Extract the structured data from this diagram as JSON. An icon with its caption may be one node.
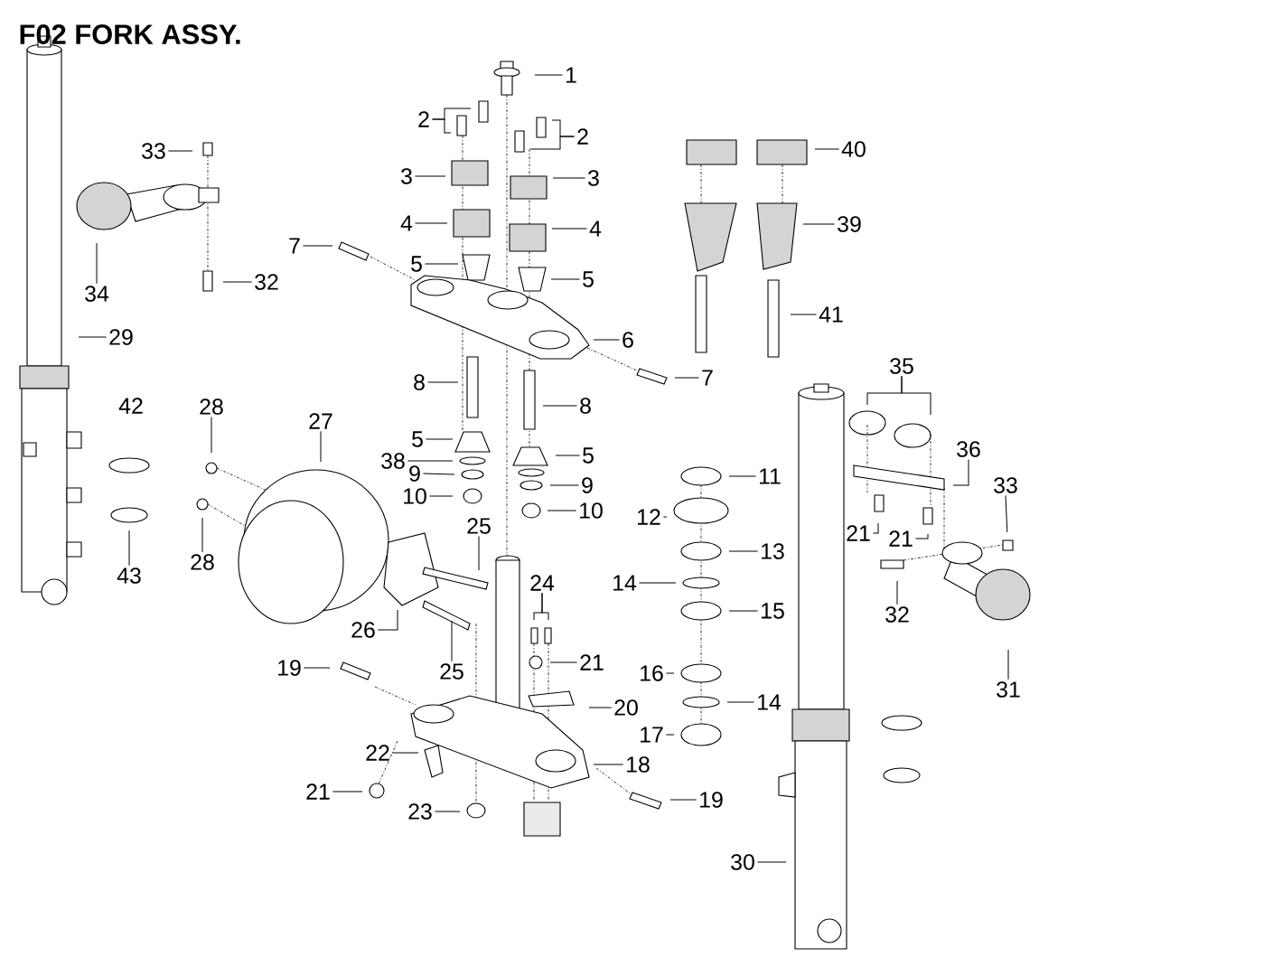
{
  "diagram": {
    "title": "F02  FORK ASSY.",
    "nodes": [
      {
        "text": [
          "1"
        ]
      },
      {
        "text": [
          "2"
        ]
      },
      {
        "text": [
          "2"
        ]
      },
      {
        "text": [
          "3"
        ]
      },
      {
        "text": [
          "3"
        ]
      },
      {
        "text": [
          "4"
        ]
      },
      {
        "text": [
          "4"
        ]
      },
      {
        "text": [
          "7"
        ]
      },
      {
        "text": [
          "5"
        ]
      },
      {
        "text": [
          "5"
        ]
      },
      {
        "text": [
          "34"
        ]
      },
      {
        "text": [
          "32"
        ]
      },
      {
        "text": [
          "33"
        ]
      },
      {
        "text": [
          "40"
        ]
      },
      {
        "text": [
          "39"
        ]
      },
      {
        "text": [
          "41"
        ]
      },
      {
        "text": [
          "6"
        ]
      },
      {
        "text": [
          "29"
        ]
      },
      {
        "text": [
          "7"
        ]
      },
      {
        "text": [
          "35"
        ]
      },
      {
        "text": [
          "8"
        ]
      },
      {
        "text": [
          "8"
        ]
      },
      {
        "text": [
          "28"
        ]
      },
      {
        "text": [
          "27"
        ]
      },
      {
        "text": [
          "36"
        ]
      },
      {
        "text": [
          "5"
        ]
      },
      {
        "text": [
          "5"
        ]
      },
      {
        "text": [
          "38"
        ]
      },
      {
        "text": [
          "9"
        ]
      },
      {
        "text": [
          "11"
        ]
      },
      {
        "text": [
          "33"
        ]
      },
      {
        "text": [
          "9"
        ]
      },
      {
        "text": [
          "10"
        ]
      },
      {
        "text": [
          "10"
        ]
      },
      {
        "text": [
          "12"
        ]
      },
      {
        "text": [
          "28"
        ]
      },
      {
        "text": [
          "25"
        ]
      },
      {
        "text": [
          "21"
        ]
      },
      {
        "text": [
          "21"
        ]
      },
      {
        "text": [
          "43"
        ]
      },
      {
        "text": [
          "13"
        ]
      },
      {
        "text": [
          "14"
        ]
      },
      {
        "text": [
          "24"
        ]
      },
      {
        "text": [
          "32"
        ]
      },
      {
        "text": [
          "15"
        ]
      },
      {
        "text": [
          "26"
        ]
      },
      {
        "text": [
          "25"
        ]
      },
      {
        "text": [
          "21"
        ]
      },
      {
        "text": [
          "16"
        ]
      },
      {
        "text": [
          "31"
        ]
      },
      {
        "text": [
          "19"
        ]
      },
      {
        "text": [
          "20"
        ]
      },
      {
        "text": [
          "14"
        ]
      },
      {
        "text": [
          "17"
        ]
      },
      {
        "text": [
          "22"
        ]
      },
      {
        "text": [
          "18"
        ]
      },
      {
        "text": [
          "21"
        ]
      },
      {
        "text": [
          "19"
        ]
      },
      {
        "text": [
          "23"
        ]
      },
      {
        "text": [
          "30"
        ]
      }
    ],
    "edges": [
      {
        "from": 0,
        "to": null,
        "arrow": "none"
      },
      {
        "from": 1,
        "to": null,
        "arrow": "none"
      },
      {
        "from": 1,
        "to": null,
        "arrow": "none"
      },
      {
        "from": 2,
        "to": null,
        "arrow": "none"
      },
      {
        "from": 2,
        "to": null,
        "arrow": "none"
      },
      {
        "from": 3,
        "to": null,
        "arrow": "none"
      },
      {
        "from": 4,
        "to": null,
        "arrow": "none"
      },
      {
        "from": 5,
        "to": null,
        "arrow": "none"
      },
      {
        "from": 6,
        "to": null,
        "arrow": "none"
      },
      {
        "from": 7,
        "to": null,
        "arrow": "none"
      },
      {
        "from": 8,
        "to": null,
        "arrow": "none"
      },
      {
        "from": 9,
        "to": null,
        "arrow": "none"
      },
      {
        "from": 10,
        "to": null,
        "arrow": "none"
      },
      {
        "from": 11,
        "to": null,
        "arrow": "none"
      },
      {
        "from": 12,
        "to": null,
        "arrow": "none"
      },
      {
        "from": 13,
        "to": null,
        "arrow": "none"
      },
      {
        "from": 14,
        "to": null,
        "arrow": "none"
      },
      {
        "from": 15,
        "to": null,
        "arrow": "none"
      },
      {
        "from": 16,
        "to": null,
        "arrow": "none"
      },
      {
        "from": 17,
        "to": null,
        "arrow": "none"
      },
      {
        "from": 18,
        "to": null,
        "arrow": "none"
      },
      {
        "from": 19,
        "to": null,
        "arrow": "none"
      },
      {
        "from": 19,
        "to": null,
        "arrow": "none"
      },
      {
        "from": 20,
        "to": null,
        "arrow": "none"
      },
      {
        "from": 21,
        "to": null,
        "arrow": "none"
      },
      {
        "from": 22,
        "to": null,
        "arrow": "none"
      },
      {
        "from": 23,
        "to": null,
        "arrow": "none"
      },
      {
        "from": 24,
        "to": null,
        "arrow": "none"
      },
      {
        "from": 25,
        "to": null,
        "arrow": "none"
      },
      {
        "from": 26,
        "to": null,
        "arrow": "none"
      },
      {
        "from": 27,
        "to": null,
        "arrow": "none"
      },
      {
        "from": 28,
        "to": null,
        "arrow": "none"
      },
      {
        "from": 29,
        "to": null,
        "arrow": "none"
      },
      {
        "from": 30,
        "to": null,
        "arrow": "none"
      },
      {
        "from": 31,
        "to": null,
        "arrow": "none"
      },
      {
        "from": 32,
        "to": null,
        "arrow": "none"
      },
      {
        "from": 33,
        "to": null,
        "arrow": "none"
      },
      {
        "from": 34,
        "to": null,
        "arrow": "none"
      },
      {
        "from": 35,
        "to": null,
        "arrow": "none"
      },
      {
        "from": 36,
        "to": null,
        "arrow": "none"
      },
      {
        "from": 37,
        "to": null,
        "arrow": "none"
      },
      {
        "from": 38,
        "to": null,
        "arrow": "none"
      },
      {
        "from": 39,
        "to": null,
        "arrow": "none"
      },
      {
        "from": 40,
        "to": null,
        "arrow": "none"
      },
      {
        "from": 41,
        "to": null,
        "arrow": "none"
      },
      {
        "from": 42,
        "to": null,
        "arrow": "none"
      },
      {
        "from": 42,
        "to": null,
        "arrow": "none"
      },
      {
        "from": 43,
        "to": null,
        "arrow": "none"
      },
      {
        "from": 44,
        "to": null,
        "arrow": "none"
      },
      {
        "from": 45,
        "to": null,
        "arrow": "none"
      },
      {
        "from": 46,
        "to": null,
        "arrow": "none"
      },
      {
        "from": 47,
        "to": null,
        "arrow": "none"
      },
      {
        "from": 48,
        "to": null,
        "arrow": "none"
      },
      {
        "from": 49,
        "to": null,
        "arrow": "none"
      },
      {
        "from": 50,
        "to": null,
        "arrow": "none"
      },
      {
        "from": 51,
        "to": null,
        "arrow": "none"
      },
      {
        "from": 52,
        "to": null,
        "arrow": "none"
      },
      {
        "from": 53,
        "to": null,
        "arrow": "none"
      },
      {
        "from": 54,
        "to": null,
        "arrow": "none"
      },
      {
        "from": 55,
        "to": null,
        "arrow": "none"
      },
      {
        "from": 56,
        "to": null,
        "arrow": "none"
      },
      {
        "from": 57,
        "to": null,
        "arrow": "none"
      },
      {
        "from": 58,
        "to": null,
        "arrow": "none"
      },
      {
        "from": 59,
        "to": null,
        "arrow": "none"
      }
    ],
    "labels": [
      "42"
    ]
  }
}
